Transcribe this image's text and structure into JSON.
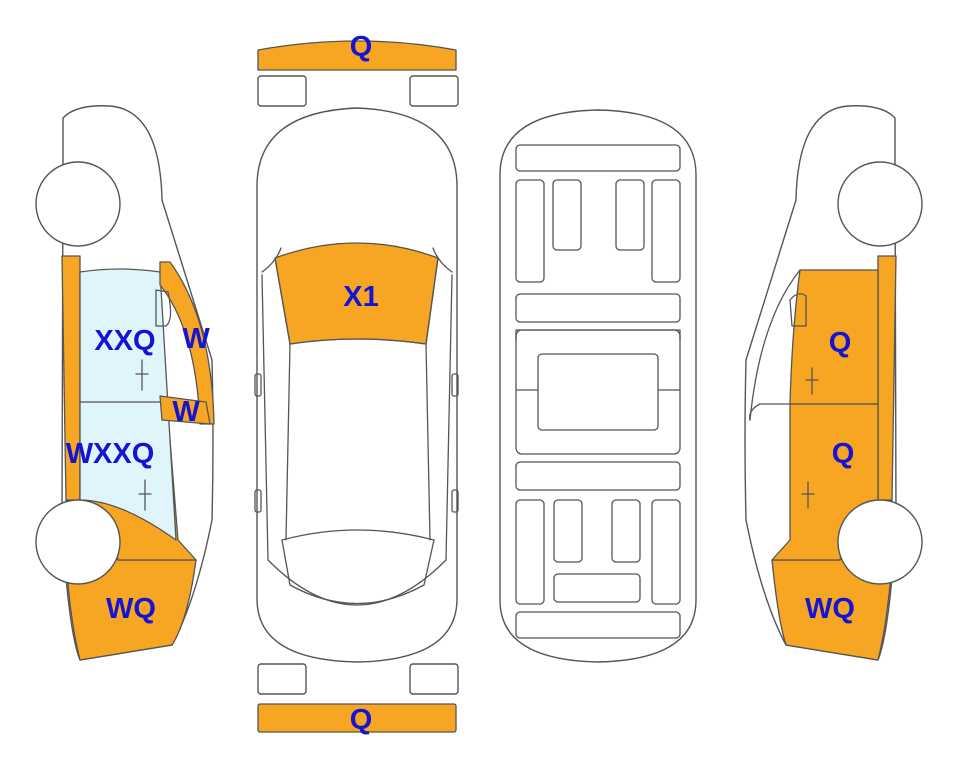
{
  "colors": {
    "damage": "#F6A623",
    "glass": "#E0F5FB",
    "label": "#1414D2",
    "outline": "#555555"
  },
  "labels": {
    "front_bumper": "Q",
    "rear_bumper": "Q",
    "hood": "X1",
    "left_front_window": "XXQ",
    "left_a_pillar": "W",
    "left_mirror": "W",
    "left_front_door": "WXXQ",
    "left_front_fender": "WQ",
    "right_rear_door": "Q",
    "right_front_door": "Q",
    "right_front_fender": "WQ"
  }
}
